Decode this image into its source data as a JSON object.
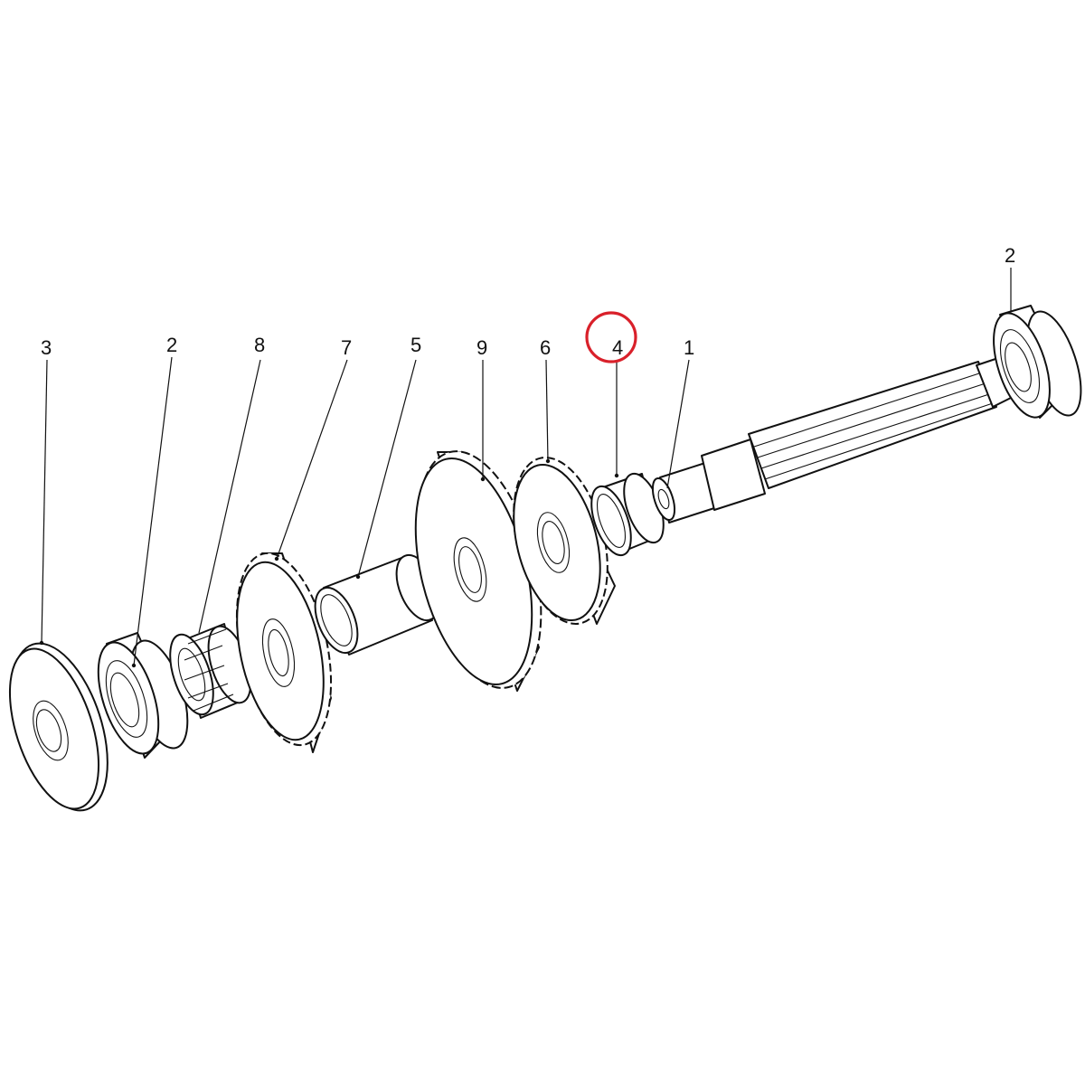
{
  "callouts": {
    "shaft": "1",
    "bearing_right": "2",
    "bearing_left": "2",
    "flange": "3",
    "spacer_ring": "4",
    "sleeve": "5",
    "gear_small": "6",
    "gear_medium": "7",
    "spline_hub": "8",
    "gear_large": "9"
  },
  "highlight": {
    "target": "spacer_ring",
    "color": "#d9202a"
  },
  "line_color": "#111111",
  "background": "#ffffff"
}
